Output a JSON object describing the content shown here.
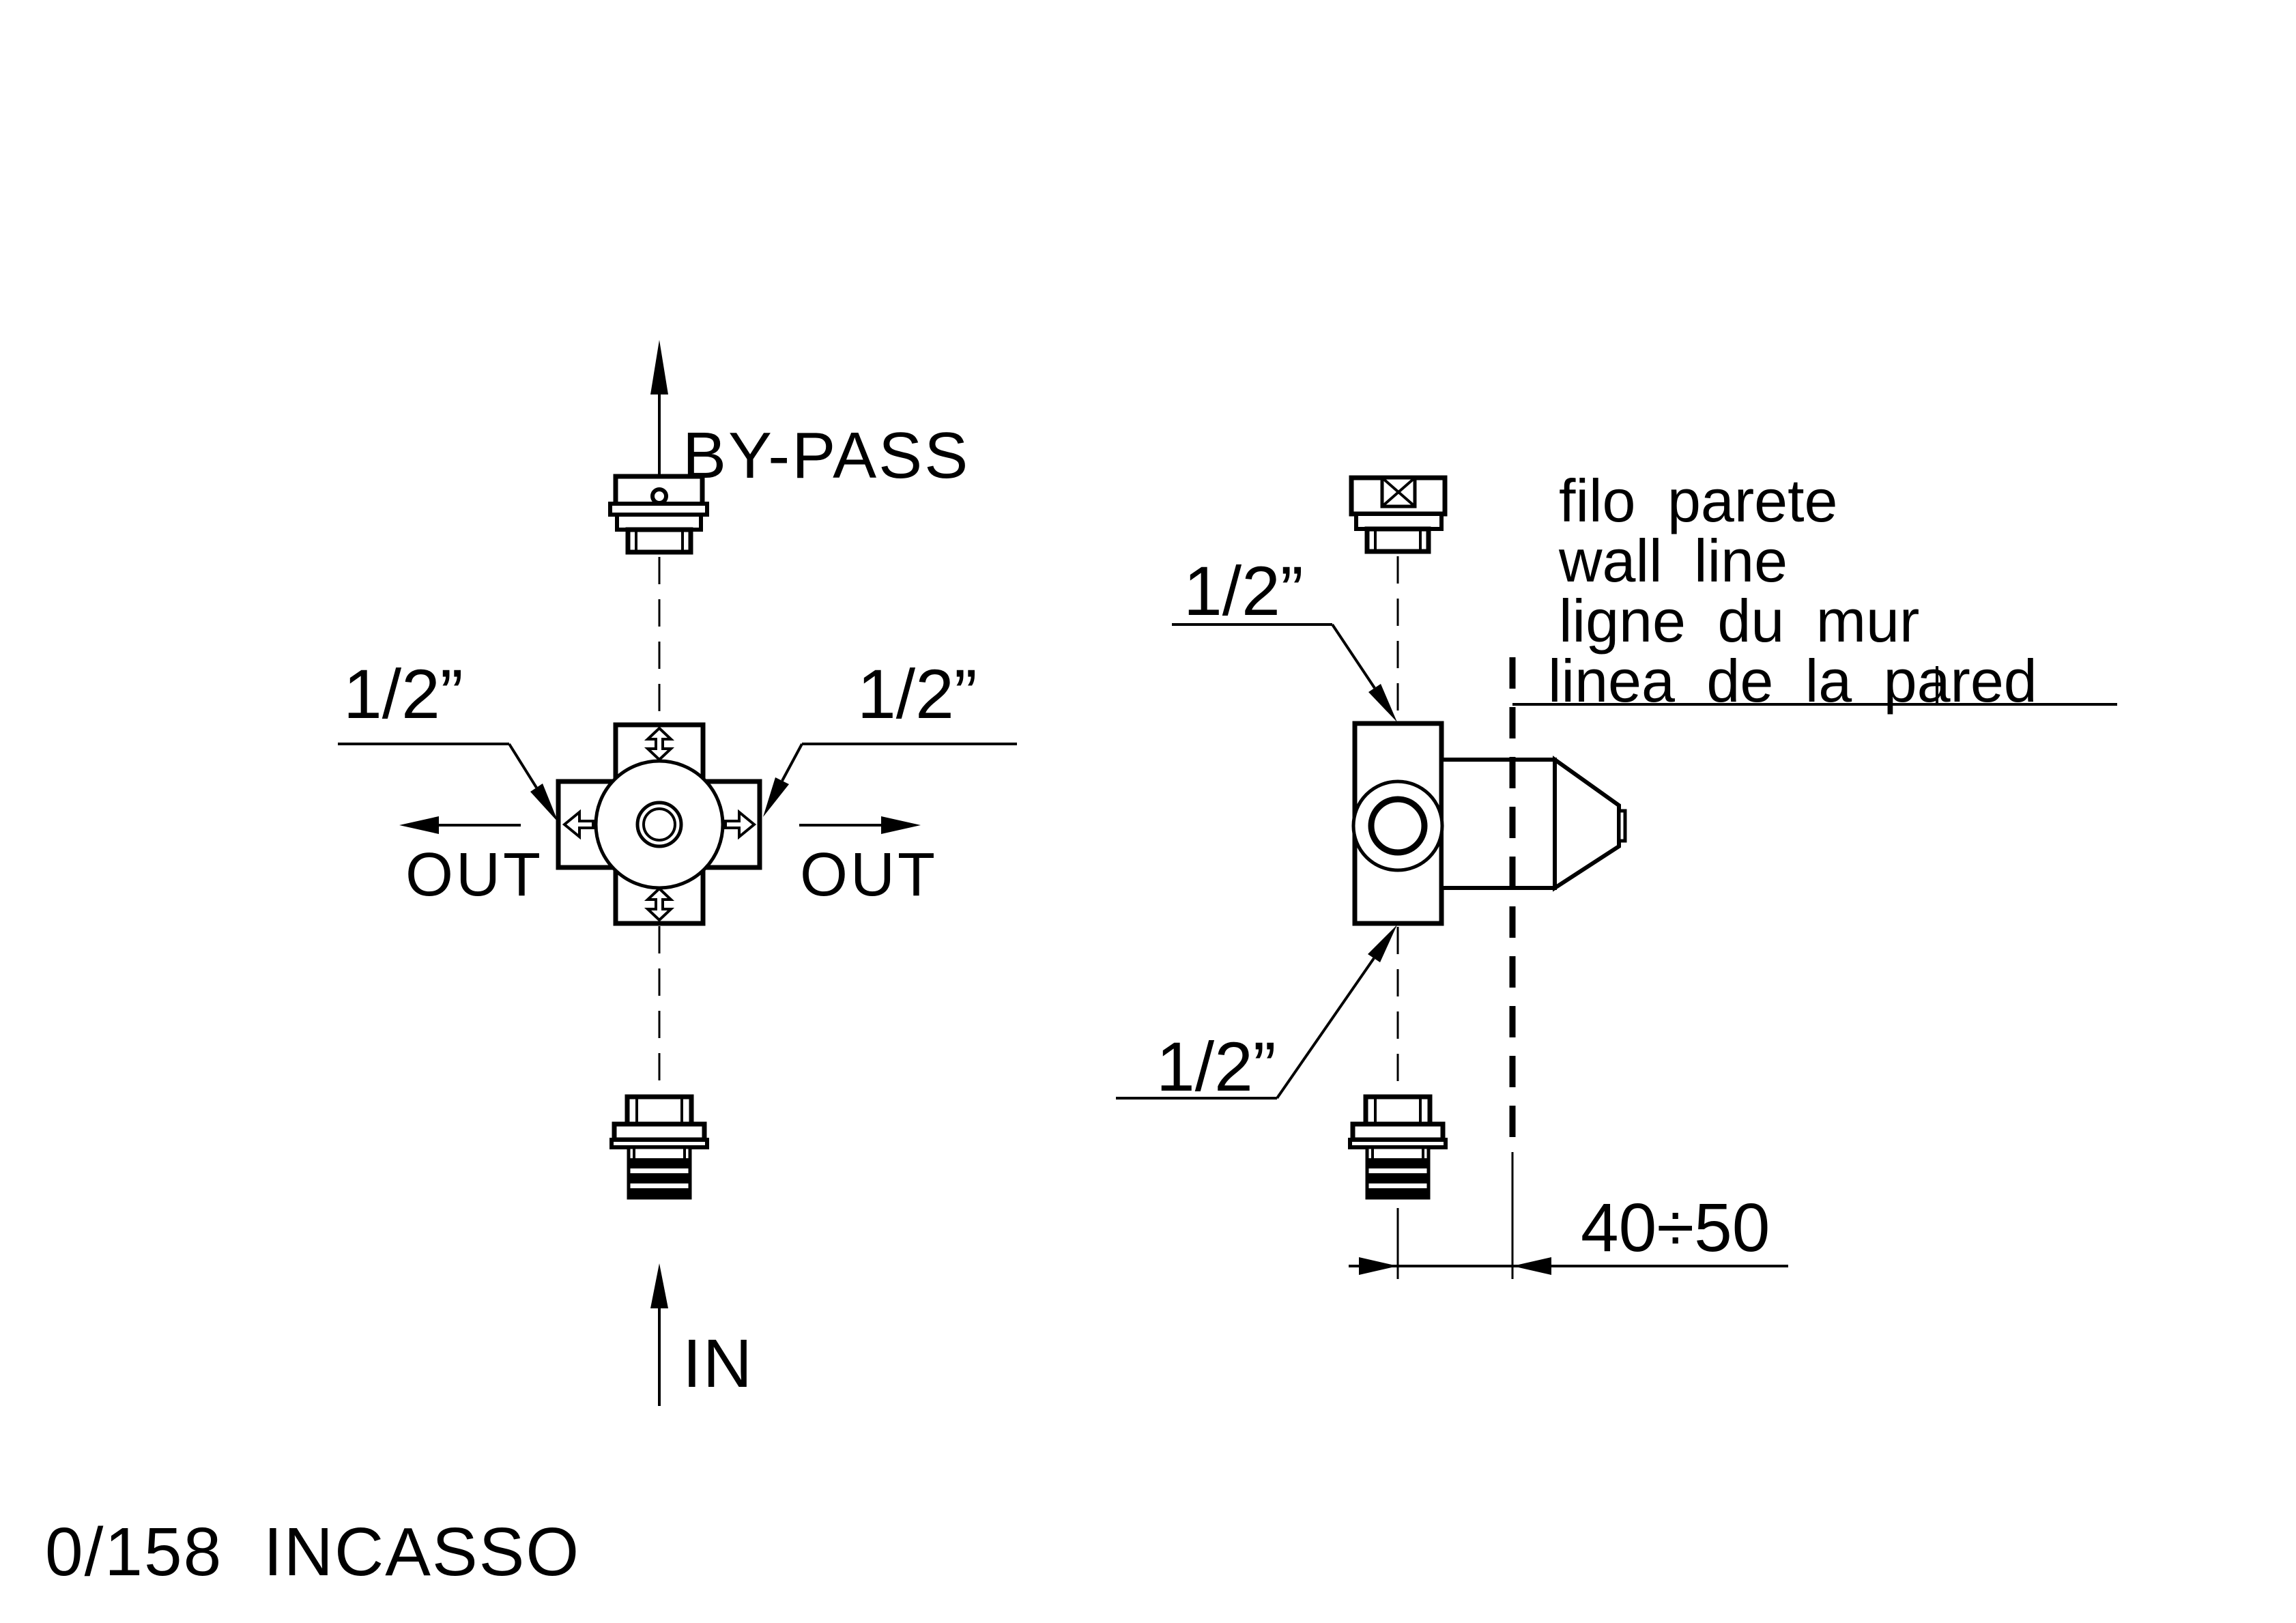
{
  "title": "0/158 INCASSO",
  "colors": {
    "ink": "#000000",
    "paper": "#ffffff"
  },
  "front_view": {
    "bypass_label": "BY-PASS",
    "in_label": "IN",
    "out_left": "OUT",
    "out_right": "OUT",
    "size_left": "1/2”",
    "size_right": "1/2”"
  },
  "side_view": {
    "size_top": "1/2”",
    "size_bottom": "1/2”",
    "wall_labels": [
      "filo parete",
      "wall line",
      "ligne du mur",
      "linea de la pared"
    ],
    "dimension": "40÷50"
  }
}
